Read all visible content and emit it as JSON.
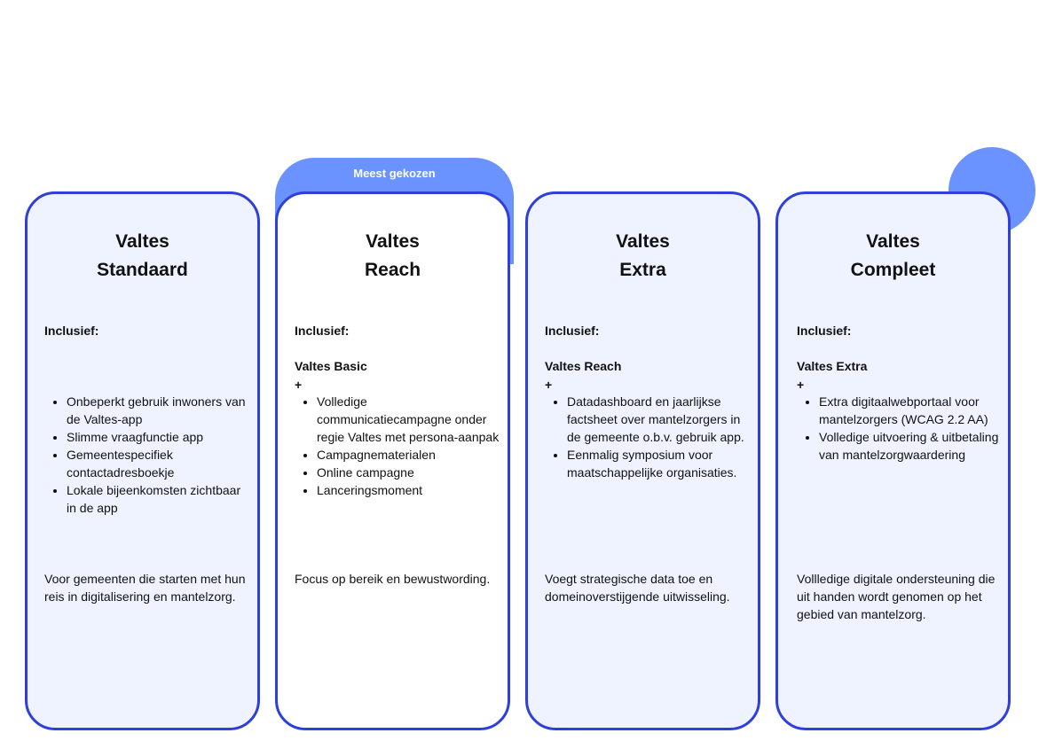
{
  "badge": {
    "label": "Meest gekozen"
  },
  "cards": [
    {
      "title_line1": "Valtes",
      "title_line2": "Standaard",
      "included_label": "Inclusief:",
      "base": "",
      "plus": "",
      "features": [
        "Onbeperkt gebruik inwoners van de Valtes-app",
        "Slimme vraagfunctie app",
        "Gemeentespecifiek contactadresboekje",
        "Lokale bijeenkomsten zichtbaar in de app"
      ],
      "summary": "Voor gemeenten die starten met hun reis in digitalisering en mantelzorg."
    },
    {
      "title_line1": "Valtes",
      "title_line2": "Reach",
      "included_label": "Inclusief:",
      "base": "Valtes Basic",
      "plus": "+",
      "features": [
        "Volledige communicatiecampagne onder regie Valtes met persona-aanpak",
        "Campagnematerialen",
        "Online campagne",
        "Lanceringsmoment"
      ],
      "summary": "Focus op bereik en bewustwording."
    },
    {
      "title_line1": "Valtes",
      "title_line2": "Extra",
      "included_label": "Inclusief:",
      "base": "Valtes Reach",
      "plus": "+",
      "features": [
        "Datadashboard en jaarlijkse factsheet over mantelzorgers in de gemeente o.b.v. gebruik app.",
        "Eenmalig symposium voor maatschappelijke organisaties."
      ],
      "summary": "Voegt strategische data toe en domeinoverstijgende uitwisseling."
    },
    {
      "title_line1": "Valtes",
      "title_line2": "Compleet",
      "included_label": "Inclusief:",
      "base": "Valtes Extra",
      "plus": "+",
      "features": [
        "Extra digitaalwebportaal voor mantelzorgers (WCAG 2.2 AA)",
        "Volledige uitvoering & uitbetaling van mantelzorgwaardering"
      ],
      "summary": "Vollledige digitale ondersteuning die uit handen wordt genomen op het gebied van mantelzorg."
    }
  ]
}
